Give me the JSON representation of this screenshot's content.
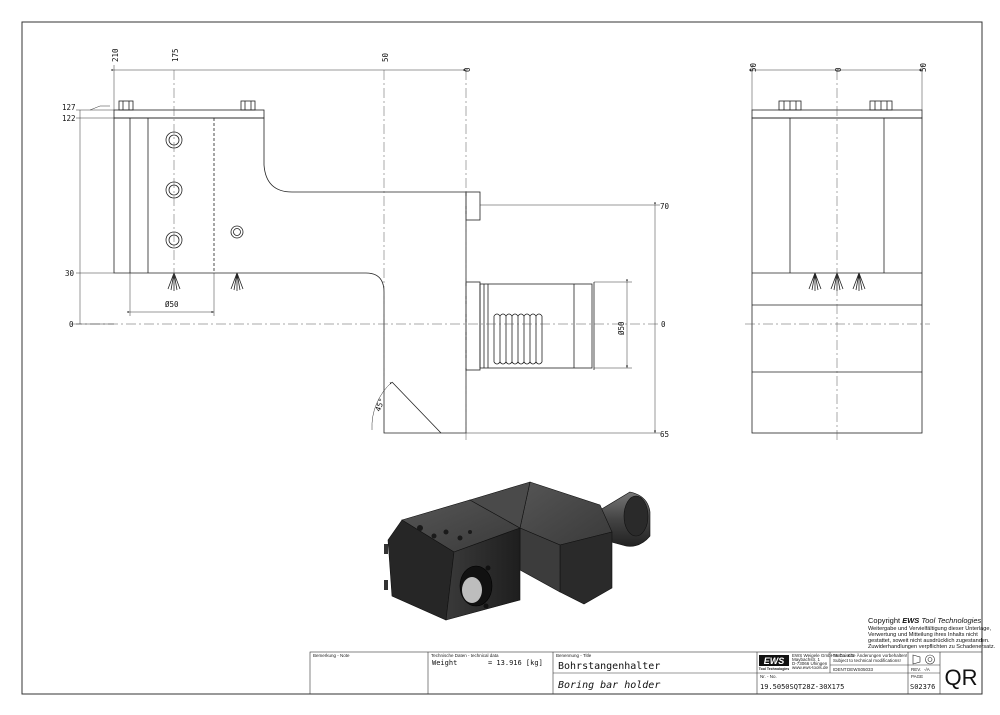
{
  "dimensions": {
    "top": [
      "210",
      "175",
      "50",
      "0"
    ],
    "left": [
      "127",
      "122",
      "30",
      "0"
    ],
    "right": [
      "70",
      "0",
      "65"
    ],
    "diameter_left": "Ø50",
    "diameter_shank": "Ø50",
    "angle": "45°",
    "side_top": [
      "50",
      "0",
      "50"
    ]
  },
  "copyright": {
    "title_prefix": "Copyright ",
    "title_brand": "EWS",
    "title_suffix": " Tool Technologies",
    "lines": [
      "Weitergabe und Vervielfältigung dieser Unterlage,",
      "Verwertung und Mitteilung ihres Inhalts nicht",
      "gestattet, soweit nicht ausdrücklich zugestanden.",
      "Zuwiderhandlungen verpflichten zu Schadenersatz."
    ]
  },
  "title_block": {
    "note_label": "Bemerkung - Note",
    "tech_label": "Technische Daten - technical data",
    "weight_label": "Weight",
    "weight_value": "= 13.916 [kg]",
    "name_label": "Benennung - Title",
    "name_de": "Bohrstangenhalter",
    "name_en": "Boring bar holder",
    "logo": "EWS",
    "logo_sub": "Tool Technologies",
    "company_lines": [
      "EWS Weigele GmbH & Co. KG",
      "Maybachstr. 1",
      "D-73066 Uhingen",
      "www.ews-tools.de"
    ],
    "changes_de": "Technische Änderungen vorbehalten!",
    "changes_en": "Subject to technical modifications!",
    "ident_label": "IDENT",
    "ident_value": "DEWS05033",
    "rev_label": "REV.",
    "rev_value": "-/A",
    "no_label": "Nr. - No.",
    "part_no": "19.5050SQT28Z-30X175",
    "page_label": "PAGE",
    "page_value": "S02376",
    "qr": "QR"
  }
}
